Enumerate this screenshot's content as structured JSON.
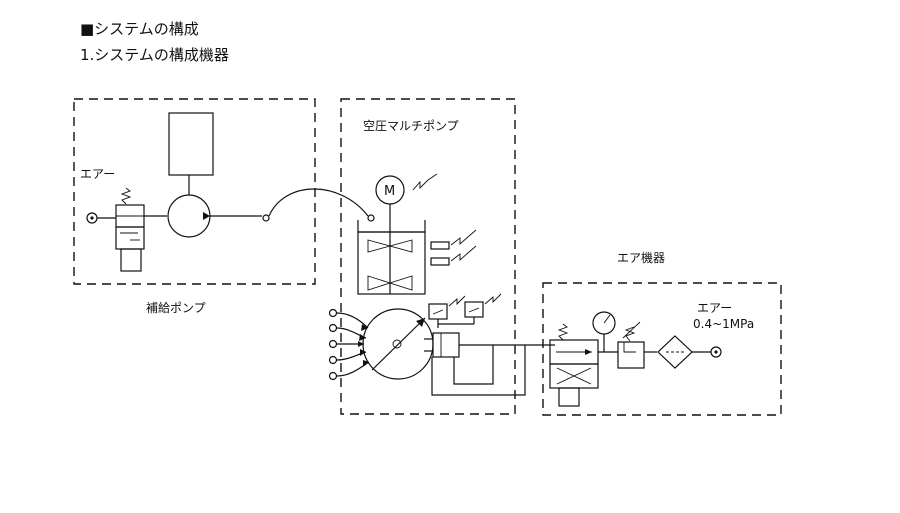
{
  "heading": {
    "title": "■システムの構成",
    "subtitle": "1.システムの構成機器"
  },
  "labels": {
    "air_left": "エアー",
    "supply_pump": "補給ポンプ",
    "multi_pump": "空圧マルチポンプ",
    "motor": "M",
    "air_equipment": "エア機器",
    "air_right": "エアー",
    "pressure": "0.4~1MPa"
  }
}
